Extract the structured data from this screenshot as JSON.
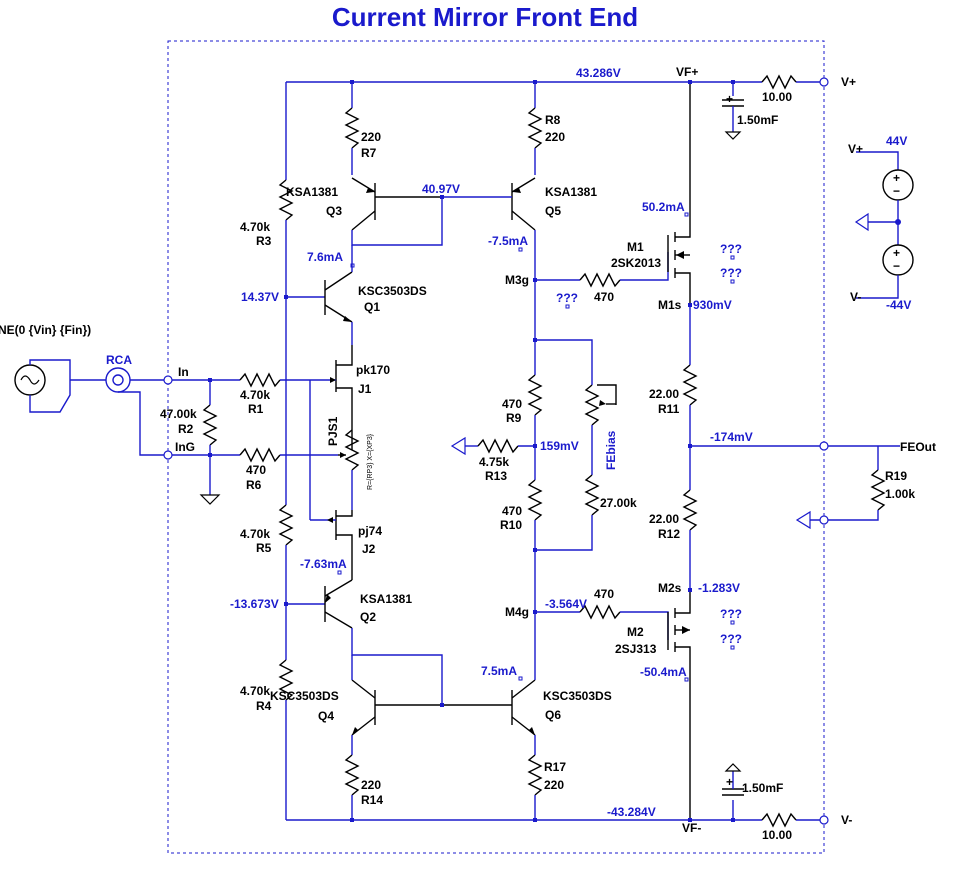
{
  "title": "Current Mirror Front End",
  "source": {
    "label": "NE(0 {Vin} {Fin})",
    "connector": "RCA"
  },
  "nets": {
    "in": "In",
    "ing": "InG",
    "vfp": "VF+",
    "vfn": "VF-",
    "vplus": "V+",
    "vminus": "V-",
    "m3g": "M3g",
    "m4g": "M4g",
    "m1s": "M1s",
    "m2s": "M2s",
    "feout": "FEOut",
    "febias": "FEbias"
  },
  "supply": {
    "vpos": "44V",
    "vneg": "-44V",
    "vplus_label": "V+",
    "vminus_label": "V-"
  },
  "components": {
    "R1": {
      "ref": "R1",
      "value": "4.70k"
    },
    "R2": {
      "ref": "R2",
      "value": "47.00k"
    },
    "R3": {
      "ref": "R3",
      "value": "4.70k"
    },
    "R4": {
      "ref": "R4",
      "value": "4.70k"
    },
    "R5": {
      "ref": "R5",
      "value": "4.70k"
    },
    "R6": {
      "ref": "R6",
      "value": "470"
    },
    "R7": {
      "ref": "R7",
      "value": "220"
    },
    "R8": {
      "ref": "R8",
      "value": "220"
    },
    "R9": {
      "ref": "R9",
      "value": "470"
    },
    "R10": {
      "ref": "R10",
      "value": "470"
    },
    "R11": {
      "ref": "R11",
      "value": "22.00"
    },
    "R12": {
      "ref": "R12",
      "value": "22.00"
    },
    "R13": {
      "ref": "R13",
      "value": "4.75k"
    },
    "R14": {
      "ref": "R14",
      "value": "220"
    },
    "R17": {
      "ref": "R17",
      "value": "220"
    },
    "R19": {
      "ref": "R19",
      "value": "1.00k"
    },
    "Rtop": {
      "value": "10.00"
    },
    "Rbot": {
      "value": "10.00"
    },
    "Cg1": {
      "value": "470"
    },
    "Cg2": {
      "value": "470"
    },
    "Rfb": {
      "value": "27.00k"
    },
    "Ctop": {
      "value": "1.50mF"
    },
    "Cbot": {
      "value": "1.50mF"
    },
    "Q1": {
      "ref": "Q1",
      "part": "KSC3503DS"
    },
    "Q2": {
      "ref": "Q2",
      "part": "KSA1381"
    },
    "Q3": {
      "ref": "Q3",
      "part": "KSA1381"
    },
    "Q4": {
      "ref": "Q4",
      "part": "KSC3503DS"
    },
    "Q5": {
      "ref": "Q5",
      "part": "KSA1381"
    },
    "Q6": {
      "ref": "Q6",
      "part": "KSC3503DS"
    },
    "J1": {
      "ref": "J1",
      "part": "pk170"
    },
    "J2": {
      "ref": "J2",
      "part": "pj74"
    },
    "M1": {
      "ref": "M1",
      "part": "2SK2013"
    },
    "M2": {
      "ref": "M2",
      "part": "2SJ313"
    },
    "PJS1": {
      "ref": "PJS1",
      "expr": "R={RP3} X={XP3}"
    }
  },
  "annotations": {
    "v_top": "43.286V",
    "v_bot": "-43.284V",
    "v_q3b": "40.97V",
    "v_q1b": "14.37V",
    "v_q2b": "-13.673V",
    "v_mid": "159mV",
    "v_out": "-174mV",
    "v_m1s": "930mV",
    "v_m2s": "-1.283V",
    "v_m4g": "-3.564V",
    "i_q3": "7.6mA",
    "i_q5": "-7.5mA",
    "i_j2": "-7.63mA",
    "i_q6": "7.5mA",
    "i_m1": "50.2mA",
    "i_m2": "-50.4mA",
    "unknown": "???"
  }
}
